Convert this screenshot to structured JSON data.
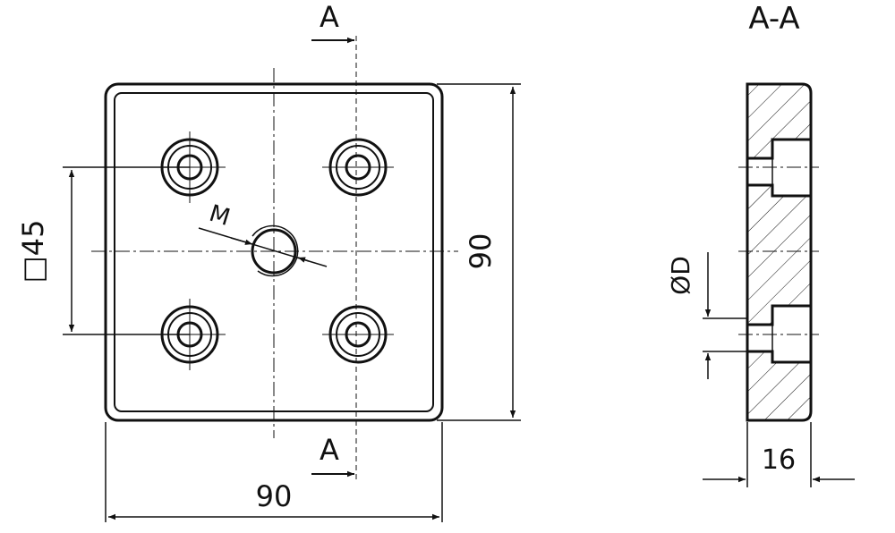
{
  "labels": {
    "section_top": "A",
    "section_bottom": "A",
    "section_view_title": "A-A",
    "pattern_square": "□45",
    "thread": "M",
    "height": "90",
    "width": "90",
    "hole_diameter": "ØD",
    "thickness": "16"
  },
  "colors": {
    "line": "#111111",
    "background": "#ffffff"
  }
}
